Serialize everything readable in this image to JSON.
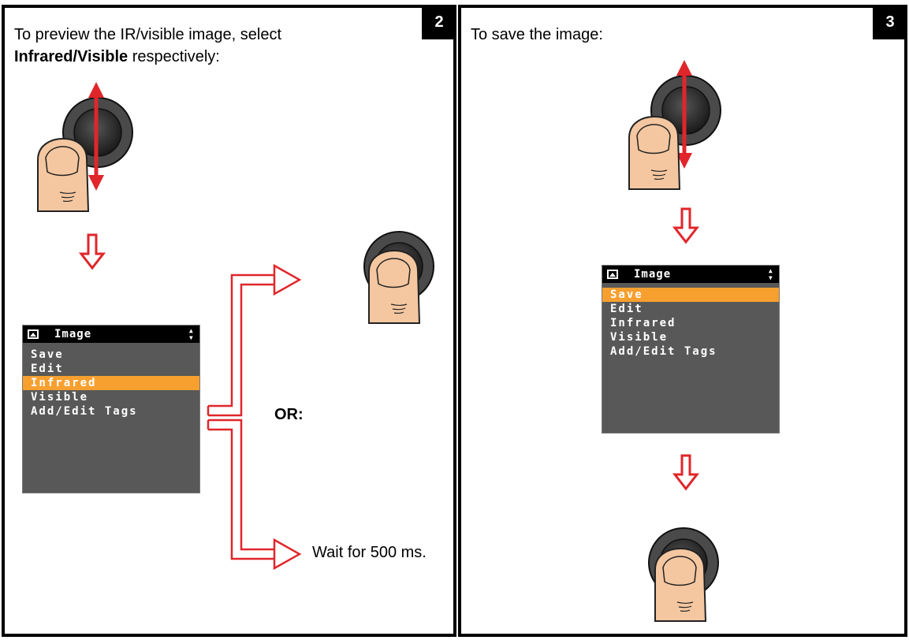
{
  "panels": [
    {
      "step": "2",
      "instruction_line1": "To preview the IR/visible image, select",
      "instruction_bold": "Infrared/Visible",
      "instruction_rest": " respectively:",
      "menu": {
        "title": "Image",
        "items": [
          "Save",
          "Edit",
          "Infrared",
          "Visible",
          "Add/Edit Tags"
        ],
        "selected": "Infrared"
      },
      "or_label": "OR:",
      "wait_label": "Wait for 500 ms."
    },
    {
      "step": "3",
      "instruction_line1": "To save the image:",
      "menu": {
        "title": "Image",
        "items": [
          "Save",
          "Edit",
          "Infrared",
          "Visible",
          "Add/Edit Tags"
        ],
        "selected": "Save"
      }
    }
  ],
  "colors": {
    "arrow_red": "#e0262b",
    "menu_highlight": "#f7a030",
    "lcd_bg": "#585858",
    "skin": "#f4c7a0",
    "knob": "#3a3a3a"
  },
  "icons": [
    "joystick-knob-icon",
    "thumb-icon",
    "updown-arrow-icon",
    "down-hollow-arrow-icon",
    "image-icon",
    "sort-icon"
  ]
}
